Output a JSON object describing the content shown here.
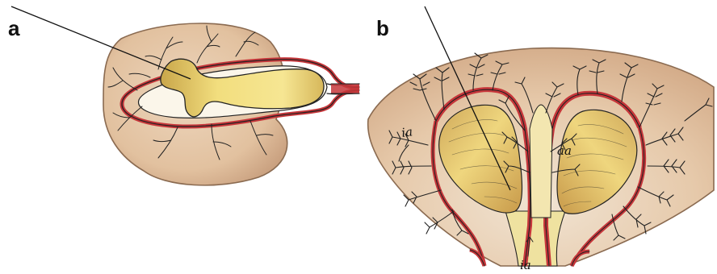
{
  "figure": {
    "panels": [
      {
        "letter": "a"
      },
      {
        "letter": "b",
        "labels": [
          "aa",
          "ia",
          "ia"
        ]
      }
    ]
  },
  "colors": {
    "tissue": "#e3c4a4",
    "tissue_edge": "#b08a6a",
    "artery": "#c6363a",
    "artery_light": "#e87a6e",
    "cavity_fill": "#f3e07a",
    "cavity_shade": "#c9a64a",
    "ink": "#222222"
  }
}
